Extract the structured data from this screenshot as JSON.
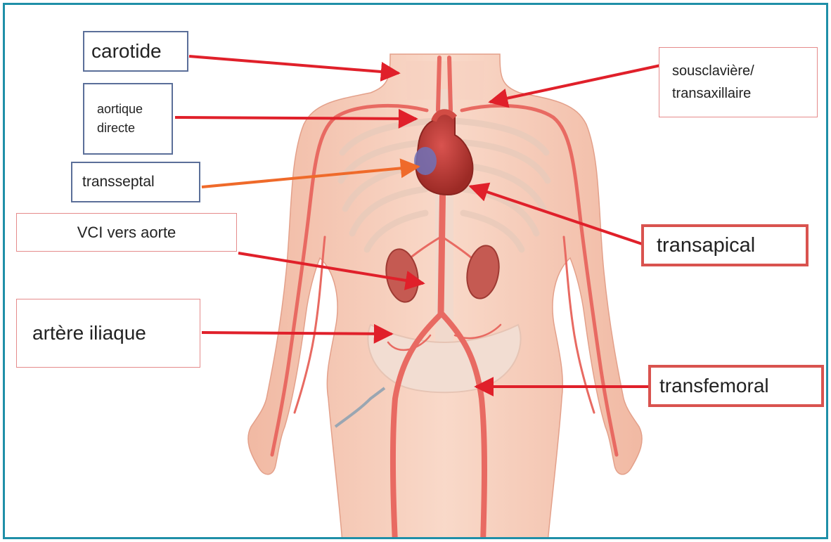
{
  "labels": {
    "carotide": "carotide",
    "aortique": "aortique\ndirecte",
    "transseptal": "transseptal",
    "vci": "VCI vers aorte",
    "iliaque": "artère iliaque",
    "sousclaviere": "sousclavière/\ntransaxillaire",
    "transapical": "transapical",
    "transfemoral": "transfemoral"
  },
  "colors": {
    "frame": "#1f8fa8",
    "arrow": "#e0202a",
    "arrow_orange": "#ef6a2a",
    "skin": "#f6c9b4",
    "vessel": "#e86a62",
    "box_blue": "#5b6f99",
    "box_red": "#d9534f"
  }
}
